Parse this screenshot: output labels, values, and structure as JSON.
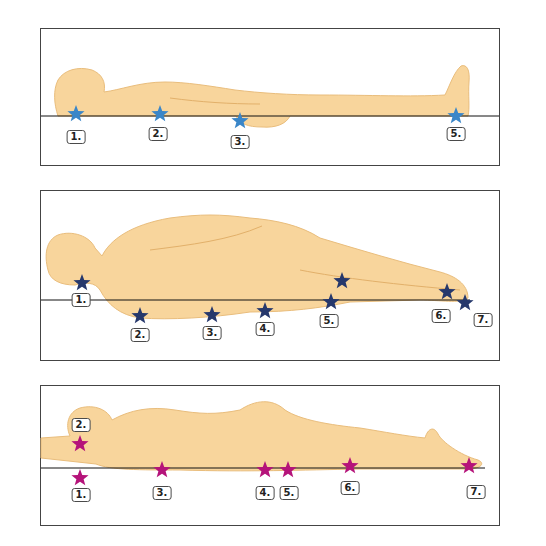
{
  "diagram": {
    "labels": [
      "1.",
      "2.",
      "3.",
      "5.",
      "1.",
      "2.",
      "3.",
      "4.",
      "5.",
      "6.",
      "7.",
      "1.",
      "2.",
      "3.",
      "4.",
      "5.",
      "6.",
      "7."
    ]
  }
}
